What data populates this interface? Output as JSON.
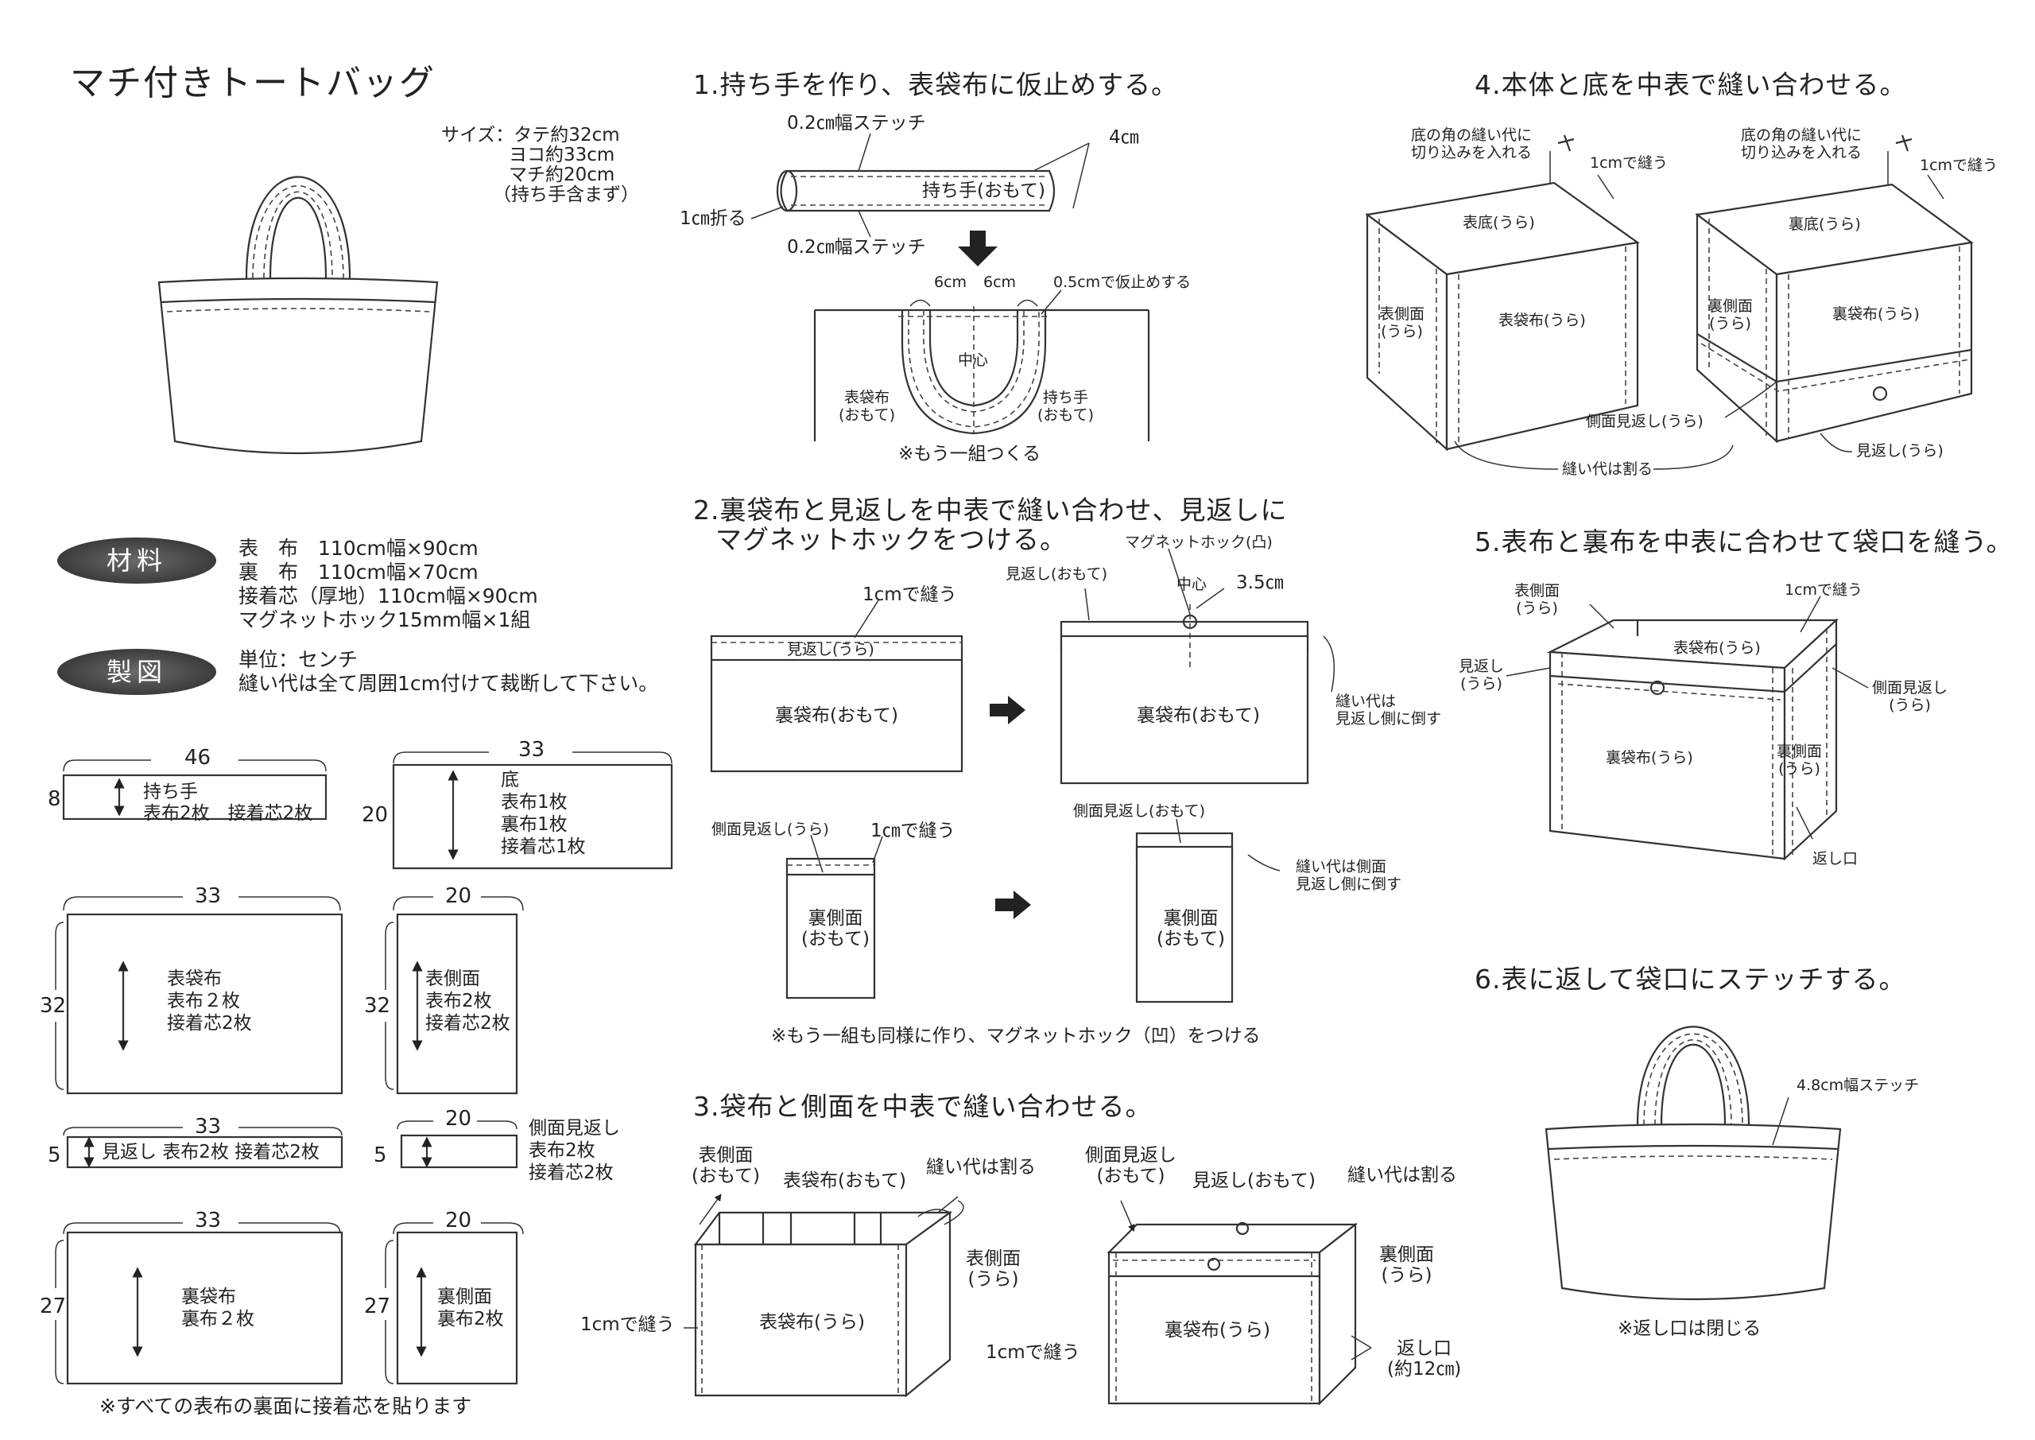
{
  "title": "マチ付きトートバッグ",
  "size": {
    "label": "サイズ：タテ約32cm",
    "yoko": "ヨコ約33cm",
    "machi": "マチ約20cm",
    "note": "（持ち手含まず）"
  },
  "materials": {
    "badge": "材料",
    "lines": [
      "表　布　110cm幅×90cm",
      "裏　布　110cm幅×70cm",
      "接着芯（厚地）110cm幅×90cm",
      "マグネットホック15mm幅×1組"
    ]
  },
  "pattern": {
    "badge": "製図",
    "unit": "単位：センチ",
    "seam": "縫い代は全て周囲1cm付けて裁断して下さい。",
    "pieces": [
      {
        "w": "46",
        "h": "8",
        "lines": [
          "持ち手",
          "表布2枚　接着芯2枚"
        ]
      },
      {
        "w": "33",
        "h": "20",
        "lines": [
          "底",
          "表布1枚",
          "裏布1枚",
          "接着芯1枚"
        ]
      },
      {
        "w": "33",
        "h": "32",
        "lines": [
          "表袋布",
          "表布２枚",
          "接着芯2枚"
        ]
      },
      {
        "w": "20",
        "h": "32",
        "lines": [
          "表側面",
          "表布2枚",
          "接着芯2枚"
        ]
      },
      {
        "w": "33",
        "h": "5",
        "lines": [
          "見返し 表布2枚 接着芯2枚"
        ]
      },
      {
        "w": "20",
        "h": "5",
        "lines": [
          "側面見返し",
          "表布2枚",
          "接着芯2枚"
        ]
      },
      {
        "w": "33",
        "h": "27",
        "lines": [
          "裏袋布",
          "裏布２枚"
        ]
      },
      {
        "w": "20",
        "h": "27",
        "lines": [
          "裏側面",
          "裏布2枚"
        ]
      }
    ],
    "footnote": "※すべての表布の裏面に接着芯を貼ります"
  },
  "step1": {
    "title": "1.持ち手を作り、表袋布に仮止めする。",
    "stitch_top": "0.2㎝幅ステッチ",
    "width4": "4㎝",
    "handle": "持ち手(おもて)",
    "fold": "1㎝折る",
    "stitch_bottom": "0.2㎝幅ステッチ",
    "six_a": "6cm",
    "six_b": "6cm",
    "tack": "0.5cmで仮止めする",
    "center": "中心",
    "outer_bag": "表袋布\n(おもて)",
    "handle2": "持ち手\n(おもて)",
    "note": "※もう一組つくる"
  },
  "step2": {
    "title1": "2.裏袋布と見返しを中表で縫い合わせ、見返しに",
    "title2": "マグネットホックをつける。",
    "sew1": "1cmで縫う",
    "facing_back": "見返し(うら)",
    "lining_face": "裏袋布(おもて)",
    "facing_face": "見返し(おもて)",
    "magnet_convex": "マグネットホック(凸)",
    "center": "中心",
    "d35": "3.5㎝",
    "lining_face2": "裏袋布(おもて)",
    "press1": "縫い代は\n見返し側に倒す",
    "side_facing_back": "側面見返し(うら)",
    "sew2": "1㎝で縫う",
    "side_lining": "裏側面\n(おもて)",
    "side_facing_face": "側面見返し(おもて)",
    "side_lining2": "裏側面\n(おもて)",
    "press2": "縫い代は側面\n見返し側に倒す",
    "note": "※もう一組も同様に作り、マグネットホック（凹）をつける"
  },
  "step3": {
    "title": "3.袋布と側面を中表で縫い合わせる。",
    "outer_side_face": "表側面\n(おもて)",
    "outer_bag_face": "表袋布(おもて)",
    "split1": "縫い代は割る",
    "outer_side_back": "表側面\n(うら)",
    "sew_a": "1cmで縫う",
    "outer_bag_back": "表袋布(うら)",
    "side_facing_face": "側面見返し\n(おもて)",
    "facing_face": "見返し(おもて)",
    "split2": "縫い代は割る",
    "lining_side_back": "裏側面\n(うら)",
    "sew_b": "1cmで縫う",
    "lining_back": "裏袋布(うら)",
    "opening": "返し口\n(約12㎝)"
  },
  "step4": {
    "title": "4.本体と底を中表で縫い合わせる。",
    "clip": "底の角の縫い代に\n切り込みを入れる",
    "sew": "1cmで縫う",
    "outer_bottom": "表底(うら)",
    "outer_side": "表側面\n(うら)",
    "outer_bag": "表袋布(うら)",
    "clip2": "底の角の縫い代に\n切り込みを入れる",
    "sew2": "1cmで縫う",
    "lining_bottom": "裏底(うら)",
    "lining_side": "裏側面\n(うら)",
    "lining_bag": "裏袋布(うら)",
    "side_facing": "側面見返し(うら)",
    "facing": "見返し(うら)",
    "split": "縫い代は割る"
  },
  "step5": {
    "title": "5.表布と裏布を中表に合わせて袋口を縫う。",
    "outer_side": "表側面\n(うら)",
    "sew": "1cmで縫う",
    "facing": "見返し\n(うら)",
    "outer_bag": "表袋布(うら)",
    "side_facing": "側面見返し\n(うら)",
    "lining_bag": "裏袋布(うら)",
    "lining_side": "裏側面\n(うら)",
    "opening": "返し口"
  },
  "step6": {
    "title": "6.表に返して袋口にステッチする。",
    "stitch": "4.8cm幅ステッチ",
    "note": "※返し口は閉じる"
  }
}
